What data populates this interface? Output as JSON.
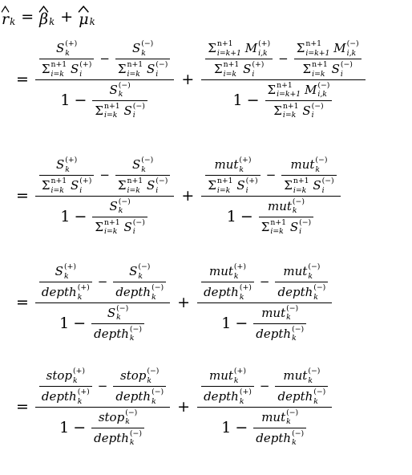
{
  "symbols": {
    "r": "r",
    "beta": "β",
    "mu": "μ",
    "S": "S",
    "M": "M",
    "sum": "Σ",
    "one": "1",
    "equals": "=",
    "plus": "+",
    "minus": "−",
    "mut": "mut",
    "depth": "depth",
    "stop": "stop",
    "k": "k",
    "i": "i",
    "ik": "i,k",
    "sup_plus": "(+)",
    "sup_minus": "(−)",
    "lower_i_eq_k": "i=k",
    "lower_i_eq_k1": "i=k+1",
    "upper_n1": "n+1"
  }
}
